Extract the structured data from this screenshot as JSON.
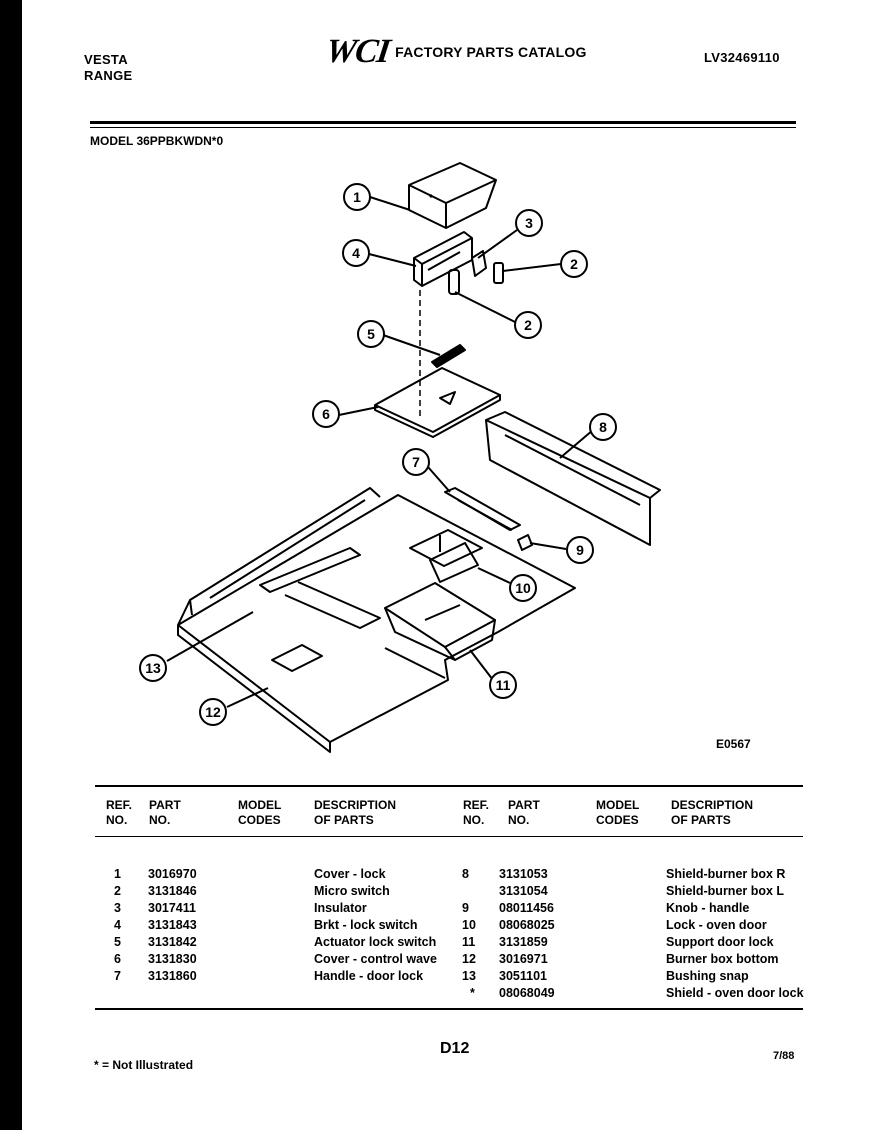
{
  "header": {
    "brand_line1": "VESTA",
    "brand_line2": "RANGE",
    "logo_text": "WCI",
    "catalog_title": "FACTORY PARTS CATALOG",
    "catalog_number": "LV32469110"
  },
  "model_line": "MODEL 36PPBKWDN*0",
  "figure_code": "E0567",
  "callouts": [
    "1",
    "4",
    "3",
    "2",
    "2",
    "5",
    "6",
    "8",
    "7",
    "9",
    "10",
    "13",
    "11",
    "12"
  ],
  "table": {
    "headers": {
      "ref": "REF.\nNO.",
      "part": "PART\nNO.",
      "model": "MODEL\nCODES",
      "desc": "DESCRIPTION\nOF PARTS"
    },
    "left_rows": [
      {
        "ref": "1",
        "part": "3016970",
        "codes": "",
        "desc": "Cover - lock"
      },
      {
        "ref": "2",
        "part": "3131846",
        "codes": "",
        "desc": "Micro switch"
      },
      {
        "ref": "3",
        "part": "3017411",
        "codes": "",
        "desc": "Insulator"
      },
      {
        "ref": "4",
        "part": "3131843",
        "codes": "",
        "desc": "Brkt - lock switch"
      },
      {
        "ref": "5",
        "part": "3131842",
        "codes": "",
        "desc": "Actuator lock switch"
      },
      {
        "ref": "6",
        "part": "3131830",
        "codes": "",
        "desc": "Cover - control wave"
      },
      {
        "ref": "7",
        "part": "3131860",
        "codes": "",
        "desc": "Handle - door lock"
      }
    ],
    "right_rows": [
      {
        "ref": "8",
        "part": "3131053",
        "codes": "",
        "desc": "Shield-burner box R"
      },
      {
        "ref": "",
        "part": "3131054",
        "codes": "",
        "desc": "Shield-burner box L"
      },
      {
        "ref": "9",
        "part": "08011456",
        "codes": "",
        "desc": "Knob - handle"
      },
      {
        "ref": "10",
        "part": "08068025",
        "codes": "",
        "desc": "Lock - oven door"
      },
      {
        "ref": "11",
        "part": "3131859",
        "codes": "",
        "desc": "Support door lock"
      },
      {
        "ref": "12",
        "part": "3016971",
        "codes": "",
        "desc": "Burner box bottom"
      },
      {
        "ref": "13",
        "part": "3051101",
        "codes": "",
        "desc": "Bushing snap"
      },
      {
        "ref": "*",
        "part": "08068049",
        "codes": "",
        "desc": "Shield - oven door lock"
      }
    ]
  },
  "page_number": "D12",
  "footnote": "* = Not Illustrated",
  "date": "7/88"
}
